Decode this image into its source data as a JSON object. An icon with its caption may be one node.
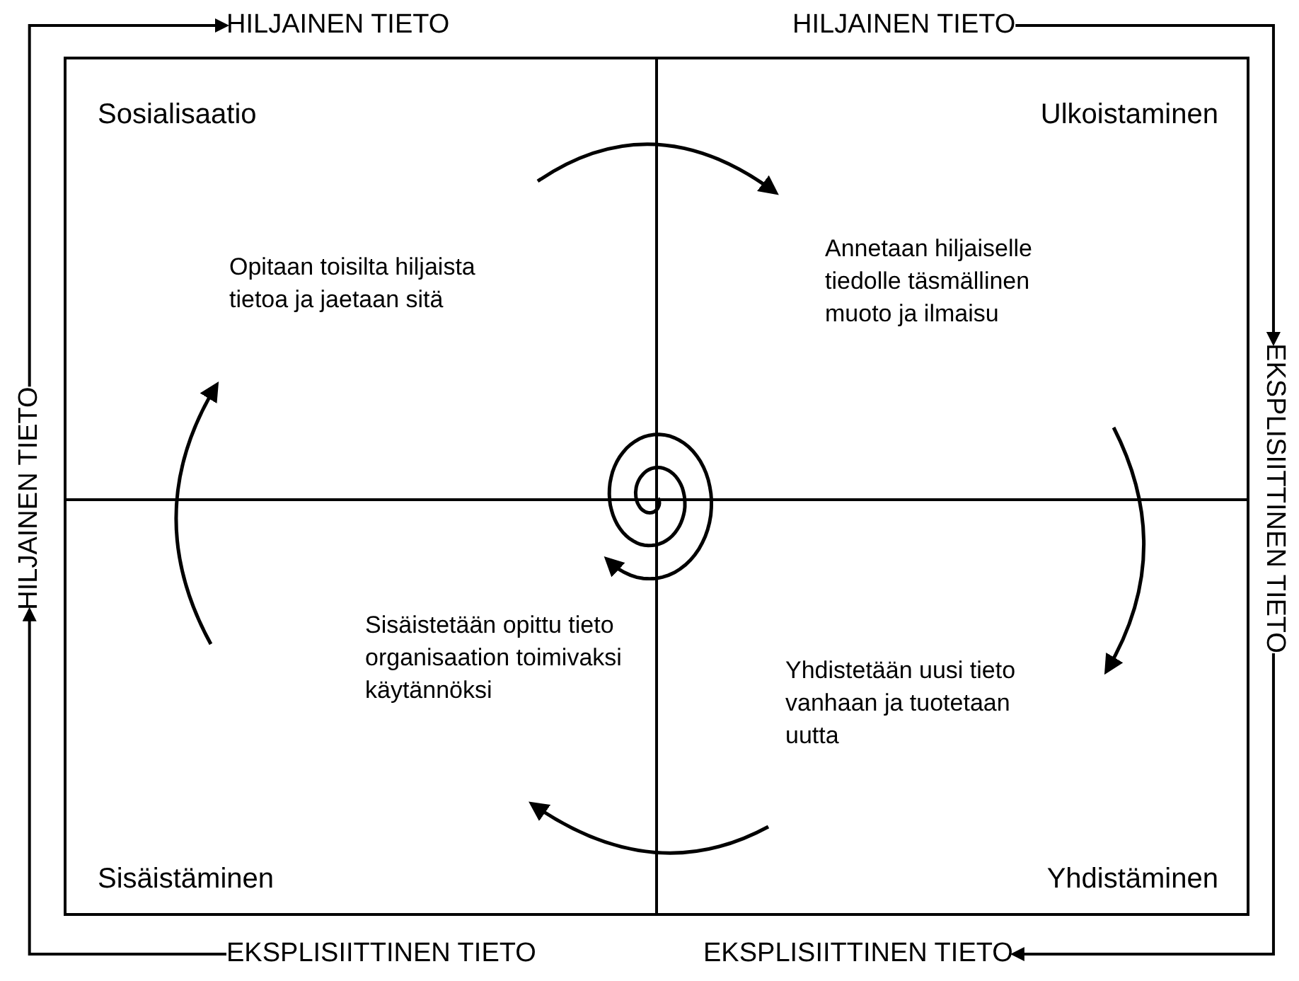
{
  "diagram": {
    "nodes": [
      {
        "text": [
          "Sosialisaatio",
          "Opitaan toisilta hiljaista tietoa ja jaetaan sitä"
        ]
      },
      {
        "text": [
          "Ulkoistaminen",
          "Annetaan hiljaiselle tiedolle täsmällinen muoto ja ilmaisu"
        ]
      },
      {
        "text": [
          "Yhdistetään uusi tieto vanhaan ja tuotetaan uutta",
          "Yhdistäminen"
        ]
      },
      {
        "text": [
          "Sisäistetään opittu tieto organisaation toimivaksi käytännöksi",
          "Sisäistäminen"
        ]
      },
      {
        "text": [
          "HILJAINEN TIETO"
        ]
      },
      {
        "text": [
          "HILJAINEN TIETO"
        ]
      },
      {
        "text": [
          "HILJAINEN TIETO"
        ]
      },
      {
        "text": [
          "EKSPLISIITTINEN TIETO"
        ]
      },
      {
        "text": [
          "EKSPLISIITTINEN TIETO"
        ]
      },
      {
        "text": [
          "EKSPLISIITTINEN TIETO"
        ]
      },
      {
        "text": [],
        "shape": "spiral"
      }
    ],
    "edges": [
      {
        "from": 0,
        "to": 1,
        "arrow": "to"
      },
      {
        "from": 1,
        "to": 2,
        "arrow": "to"
      },
      {
        "from": 2,
        "to": 3,
        "arrow": "to"
      },
      {
        "from": 3,
        "to": 0,
        "arrow": "to"
      },
      {
        "from": 6,
        "to": 4,
        "arrow": "to"
      },
      {
        "from": 5,
        "to": 7,
        "arrow": "to"
      },
      {
        "from": 7,
        "to": 9,
        "arrow": "to"
      },
      {
        "from": 8,
        "to": 6,
        "arrow": "to"
      }
    ]
  }
}
